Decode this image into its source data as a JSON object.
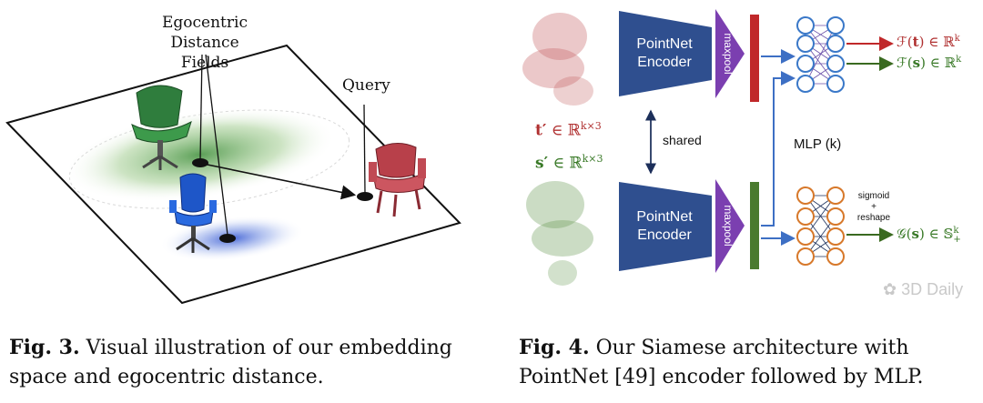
{
  "fig3": {
    "label_egocentric": "Egocentric\nDistance Fields",
    "label_query": "Query",
    "caption_bold": "Fig. 3.",
    "caption_line1": " Visual illustration of our embedding",
    "caption_line2": "space and egocentric distance."
  },
  "fig4": {
    "encoder_top": "PointNet\nEncoder",
    "encoder_bottom": "PointNet\nEncoder",
    "maxpool_top": "maxpool",
    "maxpool_bottom": "maxpool",
    "shared": "shared",
    "mlp": "MLP (k)",
    "t_prime": "t′ ∈ ℝ^{k×3}",
    "s_prime": "s′ ∈ ℝ^{k×3}",
    "out_t": "ℱ(t) ∈ ℝ^k",
    "out_s": "ℱ(s) ∈ ℝ^k",
    "out_g": "𝒢(s) ∈ 𝕊^k_+",
    "sigmoid": "sigmoid",
    "plus": "+",
    "reshape": "reshape",
    "caption_bold": "Fig. 4.",
    "caption_line1": " Our Siamese architecture with",
    "caption_line2": "PointNet [49] encoder followed by MLP.",
    "watermark": "3D Daily"
  },
  "colors": {
    "encoder_blue": "#2f4f8f",
    "maxpool_purple": "#7b3fb0",
    "red": "#c0282a",
    "green": "#4a7a2e",
    "orange": "#d7782a",
    "node_blue": "#3a78c8",
    "arrow_blue": "#3d6fc4"
  }
}
